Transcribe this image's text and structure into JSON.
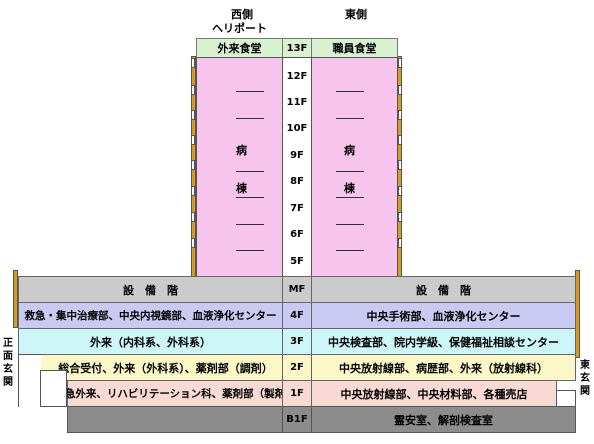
{
  "header": {
    "west": "西側",
    "east": "東側",
    "heliport": "ヘリポート"
  },
  "top_floor": {
    "floor": "13F",
    "left": "外来食堂",
    "right": "職員食堂"
  },
  "tower": {
    "floors": [
      "12F",
      "11F",
      "10F",
      "9F",
      "8F",
      "7F",
      "6F",
      "5F"
    ],
    "left_label_1": "病",
    "left_label_2": "棟",
    "right_label_1": "病",
    "right_label_2": "棟"
  },
  "base": [
    {
      "floor": "MF",
      "left": "設　備　階",
      "right": "設　備　階"
    },
    {
      "floor": "4F",
      "left": "救急・集中治療部、中央内視鏡部、血液浄化センター",
      "right": "中央手術部、血液浄化センター"
    },
    {
      "floor": "3F",
      "left": "外来（内科系、外科系）",
      "right": "中央検査部、院内学級、保健福祉相談センター"
    },
    {
      "floor": "2F",
      "left": "総合受付、外来（外科系）、薬剤部（調剤）",
      "right": "中央放射線部、病歴部、外来（放射線科）"
    },
    {
      "floor": "1F",
      "left": "救急外来、リハビリテーション科、薬剤部（製剤）",
      "right": "中央放射線部、中央材料部、各種売店"
    },
    {
      "floor": "B1F",
      "left": "",
      "right": "霊安室、解剖検査室"
    }
  ],
  "entrances": {
    "front": [
      "正",
      "面",
      "玄",
      "関"
    ],
    "east": [
      "東",
      "玄",
      "関"
    ]
  }
}
